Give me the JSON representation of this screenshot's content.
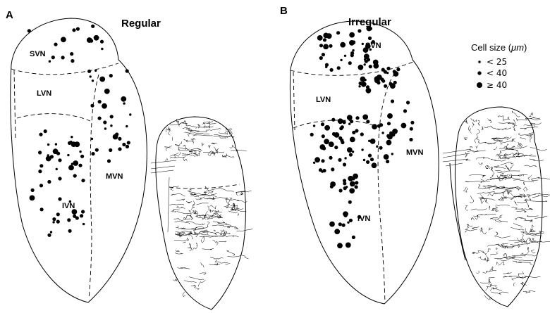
{
  "panels": [
    {
      "letter": "A",
      "title": "Regular",
      "nuclei": [
        "SVN",
        "LVN",
        "MVN",
        "IVN"
      ],
      "cells": {
        "small": 24,
        "medium": 58,
        "large": 16
      }
    },
    {
      "letter": "B",
      "title": "Irregular",
      "nuclei": [
        "SVN",
        "LVN",
        "MVN",
        "IVN"
      ],
      "cells": {
        "small": 30,
        "medium": 92,
        "large": 52
      }
    }
  ],
  "legend": {
    "title_prefix": "Cell size (",
    "title_unit": "μm",
    "title_suffix": ")",
    "items": [
      {
        "label": "< 25",
        "size": "small"
      },
      {
        "label": "< 40",
        "size": "medium"
      },
      {
        "label": "≥ 40",
        "size": "large"
      }
    ]
  },
  "colors": {
    "ink": "#000000",
    "background": "#ffffff"
  }
}
